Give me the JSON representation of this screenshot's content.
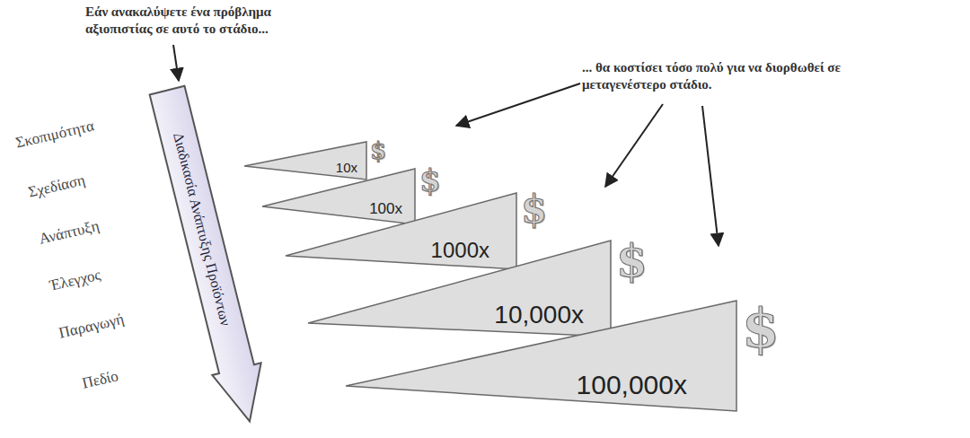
{
  "diagram": {
    "nodes": [
      {
        "text": [
          "Διαδικασία Ανάπτυξης Προϊόντων"
        ]
      },
      {
        "text": [
          "10x"
        ]
      },
      {
        "text": [
          "100x"
        ]
      },
      {
        "text": [
          "1000x"
        ]
      },
      {
        "text": [
          "10,000x"
        ]
      },
      {
        "text": [
          "100,000x"
        ]
      }
    ],
    "labels": [
      "Εάν ανακαλύψετε ένα πρόβλημα αξιοπιστίας σε αυτό το στάδιο...",
      "... θα κοστίσει τόσο πολύ για να διορθωθεί σε μεταγενέστερο στάδιο.",
      "Σκοπιμότητα",
      "Σχεδίαση",
      "Ανάπτυξη",
      "Έλεγχος",
      "Παραγωγή",
      "Πεδίο",
      "$",
      "$",
      "$",
      "$",
      "$"
    ]
  }
}
